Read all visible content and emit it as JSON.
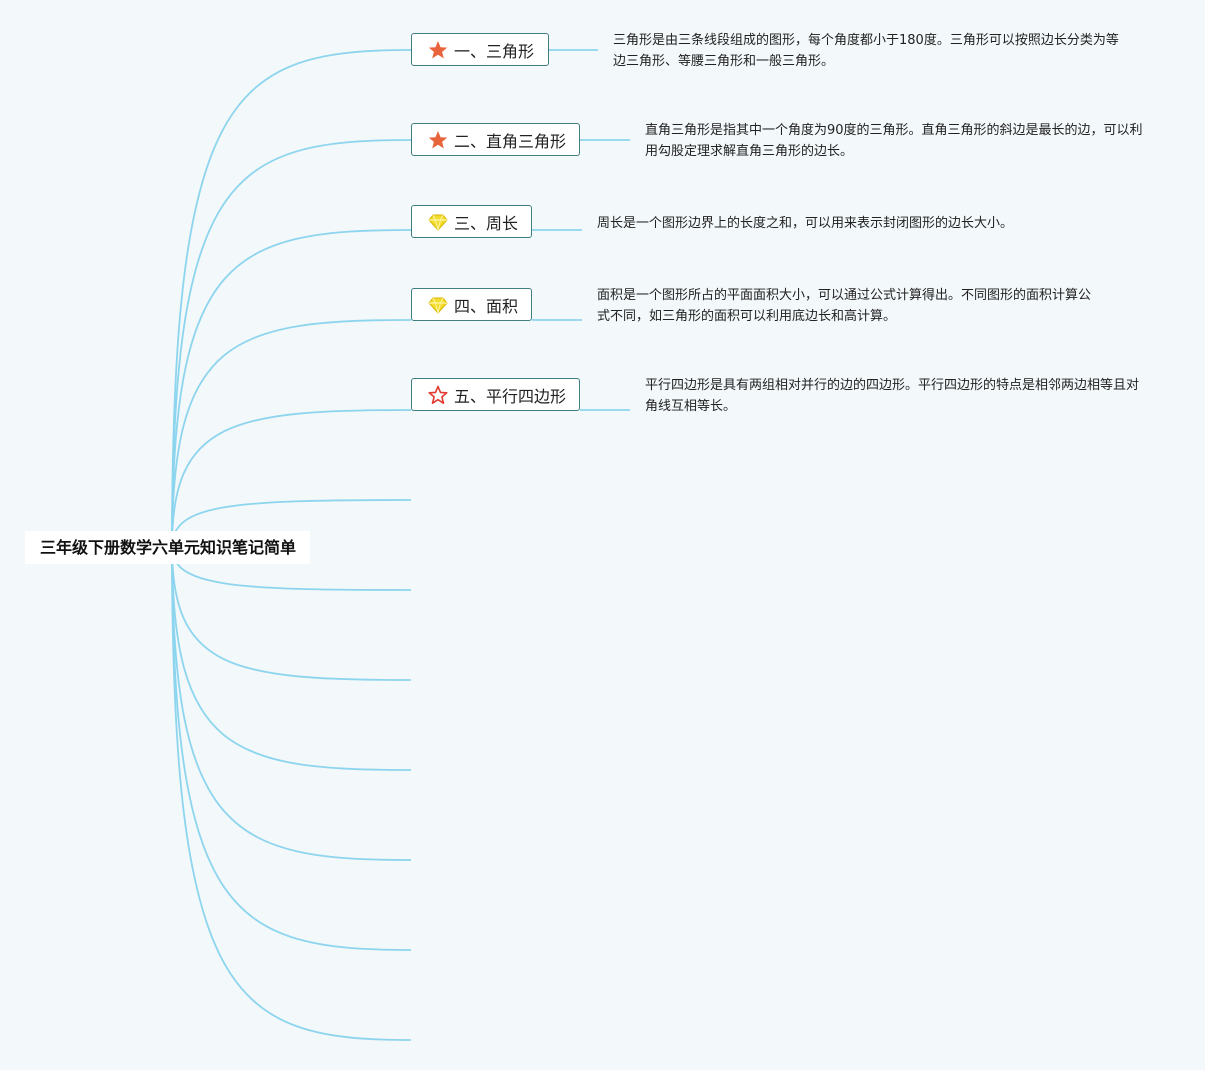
{
  "root": {
    "label": "三年级下册数学六单元知识笔记简单"
  },
  "topics": [
    {
      "label": "一、三角形",
      "icon": "star-filled-orange-icon",
      "note": "三角形是由三条线段组成的图形，每个角度都小于180度。三角形可以按照边长分类为等边三角形、等腰三角形和一般三角形。"
    },
    {
      "label": "二、直角三角形",
      "icon": "star-filled-orange-icon",
      "note": "直角三角形是指其中一个角度为90度的三角形。直角三角形的斜边是最长的边，可以利用勾股定理求解直角三角形的边长。"
    },
    {
      "label": "三、周长",
      "icon": "diamond-yellow-icon",
      "note": "周长是一个图形边界上的长度之和，可以用来表示封闭图形的边长大小。"
    },
    {
      "label": "四、面积",
      "icon": "diamond-yellow-icon",
      "note": "面积是一个图形所占的平面面积大小，可以通过公式计算得出。不同图形的面积计算公式不同，如三角形的面积可以利用底边长和高计算。"
    },
    {
      "label": "五、平行四边形",
      "icon": "star-outline-red-icon",
      "note": "平行四边形是具有两组相对并行的边的四边形。平行四边形的特点是相邻两边相等且对角线互相等长。"
    }
  ],
  "empty_branch_count": 7,
  "colors": {
    "background": "#f3f8fa",
    "connector": "#8dd5ee",
    "topic_border": "#3f7f7f",
    "star_orange": "#e8643c",
    "diamond_yellow": "#f2dc2c",
    "star_outline_red": "#e23a30"
  }
}
